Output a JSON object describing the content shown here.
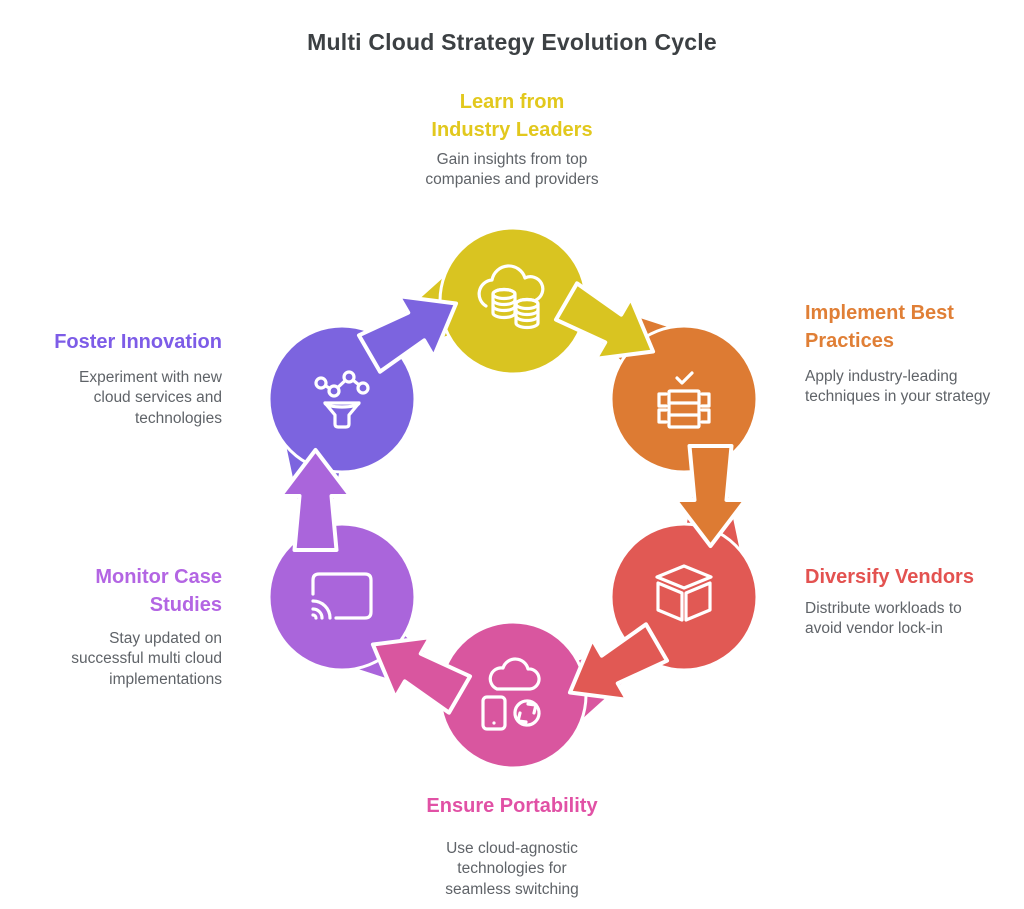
{
  "title": "Multi Cloud Strategy Evolution Cycle",
  "colors": {
    "background": "#FFFFFF",
    "title": "#3C4043",
    "body_text": "#5F6368",
    "icon_stroke": "#FFFFFF"
  },
  "cycle_direction": "clockwise",
  "steps": [
    {
      "label": "Learn from Industry Leaders",
      "description": "Gain insights from top companies and providers",
      "color": "#D9C421",
      "heading_color": "#E2C81D",
      "icon": "cloud-database-icon",
      "position": "top"
    },
    {
      "label": "Implement Best Practices",
      "description": "Apply industry-leading techniques in your strategy",
      "color": "#DD7B33",
      "heading_color": "#E07F36",
      "icon": "checklist-table-icon",
      "position": "top-right"
    },
    {
      "label": "Diversify Vendors",
      "description": "Distribute workloads to avoid vendor lock-in",
      "color": "#E15954",
      "heading_color": "#E35250",
      "icon": "cube-icon",
      "position": "bottom-right"
    },
    {
      "label": "Ensure Portability",
      "description": "Use cloud-agnostic technologies for seamless switching",
      "color": "#D9569F",
      "heading_color": "#E151A5",
      "icon": "cloud-device-sync-icon",
      "position": "bottom"
    },
    {
      "label": "Monitor Case Studies",
      "description": "Stay updated on successful multi cloud implementations",
      "color": "#AA65DB",
      "heading_color": "#B365E3",
      "icon": "cast-screen-icon",
      "position": "bottom-left"
    },
    {
      "label": "Foster Innovation",
      "description": "Experiment with new cloud services and technologies",
      "color": "#7C64DF",
      "heading_color": "#7D5CE7",
      "icon": "network-funnel-icon",
      "position": "top-left"
    }
  ]
}
